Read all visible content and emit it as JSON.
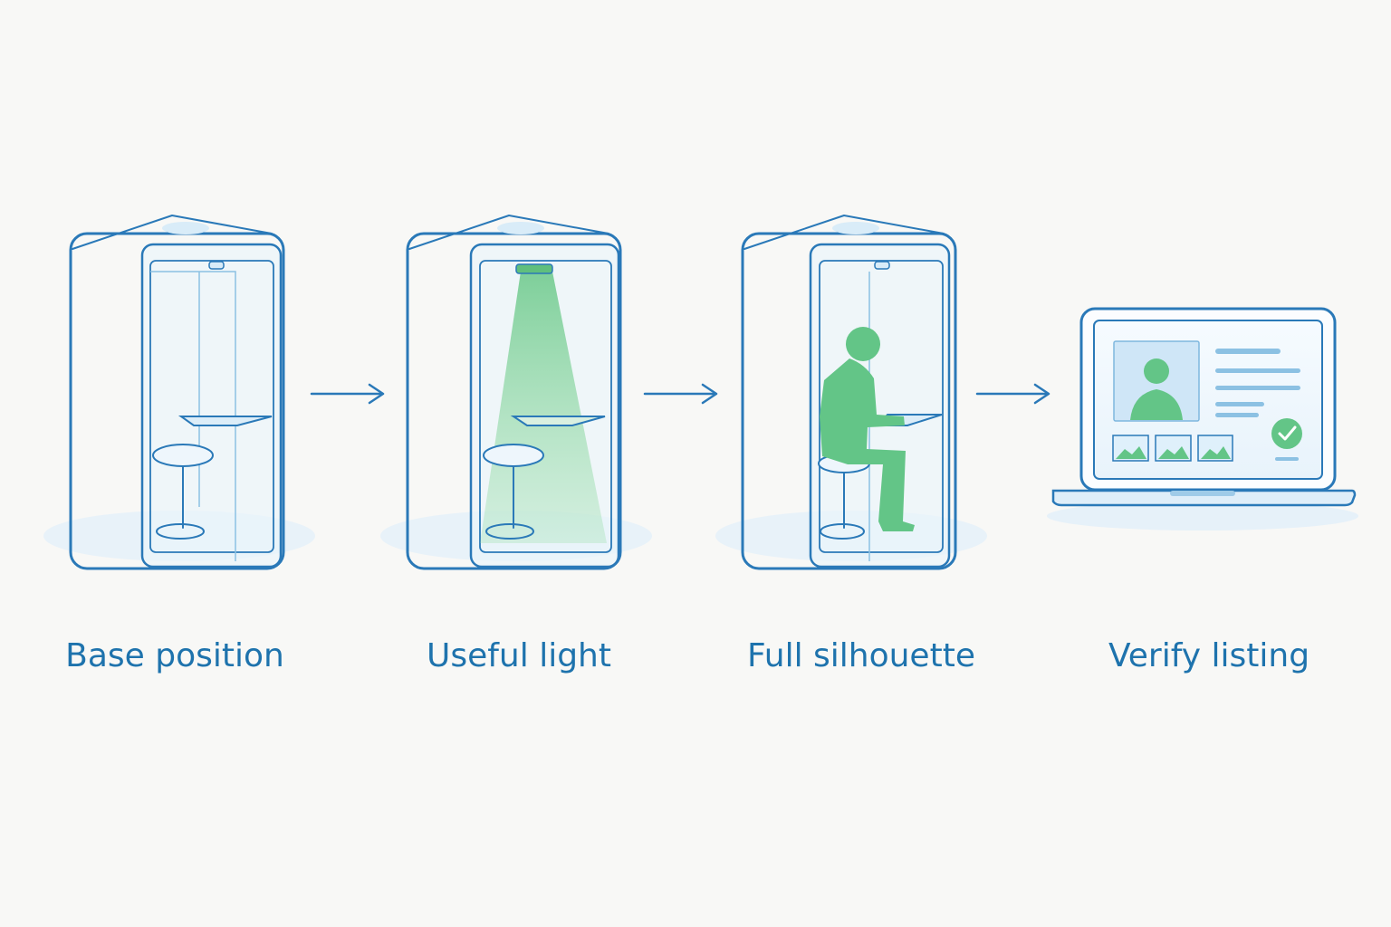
{
  "steps": [
    {
      "label": "Base position"
    },
    {
      "label": "Useful light"
    },
    {
      "label": "Full silhouette"
    },
    {
      "label": "Verify listing"
    }
  ],
  "colors": {
    "background": "#f8f8f6",
    "outline": "#2a79b8",
    "label": "#1e73ad",
    "glass": "#eaf4fb",
    "accent": "#63c587"
  },
  "icons": {
    "step1": "phone-booth-icon",
    "step2": "booth-light-icon",
    "step3": "booth-silhouette-icon",
    "step4": "laptop-listing-icon",
    "arrow": "arrow-right-icon",
    "check": "check-icon"
  }
}
